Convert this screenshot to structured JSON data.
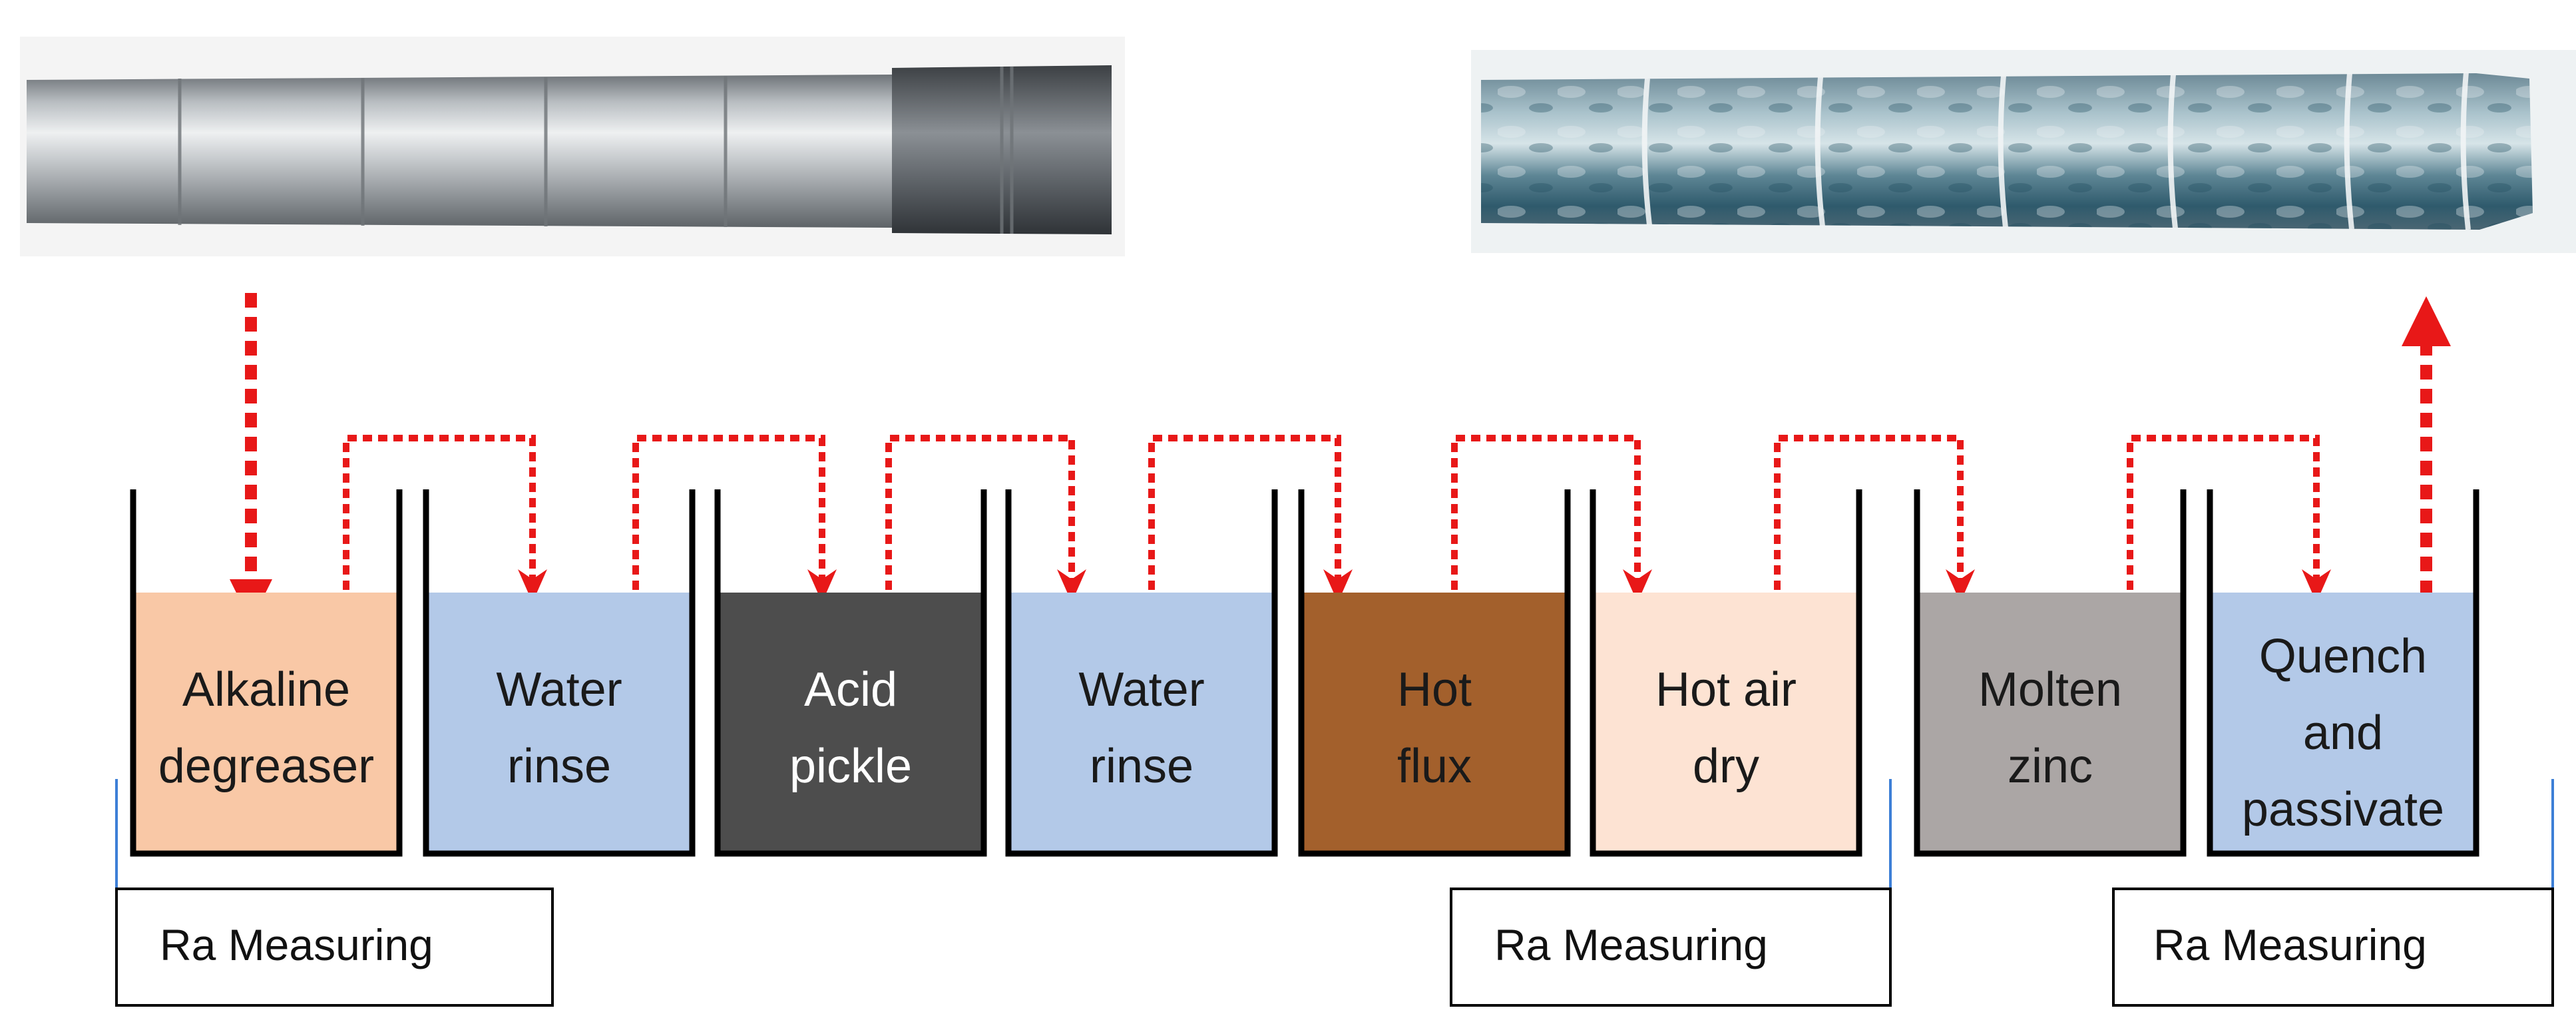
{
  "colors": {
    "flow_arrow": "#e81818",
    "tank_wall": "#000000",
    "bracket_line": "#3d7fd6"
  },
  "photos": {
    "before": {
      "description_icon": "steel-pipe-icon"
    },
    "after": {
      "description_icon": "galvanized-pipe-icon"
    }
  },
  "tanks": [
    {
      "lines": [
        "Alkaline",
        "degreaser"
      ],
      "fill": "#f9c8a6",
      "text_color": "#1a1a1a"
    },
    {
      "lines": [
        "Water",
        "rinse"
      ],
      "fill": "#b3c9e8",
      "text_color": "#1a1a1a"
    },
    {
      "lines": [
        "Acid",
        "pickle"
      ],
      "fill": "#4d4d4d",
      "text_color": "#ffffff"
    },
    {
      "lines": [
        "Water",
        "rinse"
      ],
      "fill": "#b3c9e8",
      "text_color": "#1a1a1a"
    },
    {
      "lines": [
        "Hot",
        "flux"
      ],
      "fill": "#a3602c",
      "text_color": "#1a1a1a"
    },
    {
      "lines": [
        "Hot air",
        "dry"
      ],
      "fill": "#fde3d3",
      "text_color": "#1a1a1a"
    },
    {
      "lines": [
        "Molten",
        "zinc"
      ],
      "fill": "#aba6a5",
      "text_color": "#1a1a1a"
    },
    {
      "lines": [
        "Quench",
        "and",
        "passivate"
      ],
      "fill": "#b3c9e8",
      "text_color": "#1a1a1a"
    }
  ],
  "measurements": [
    {
      "label": "Ra Measuring"
    },
    {
      "label": "Ra Measuring"
    },
    {
      "label": "Ra Measuring"
    }
  ]
}
